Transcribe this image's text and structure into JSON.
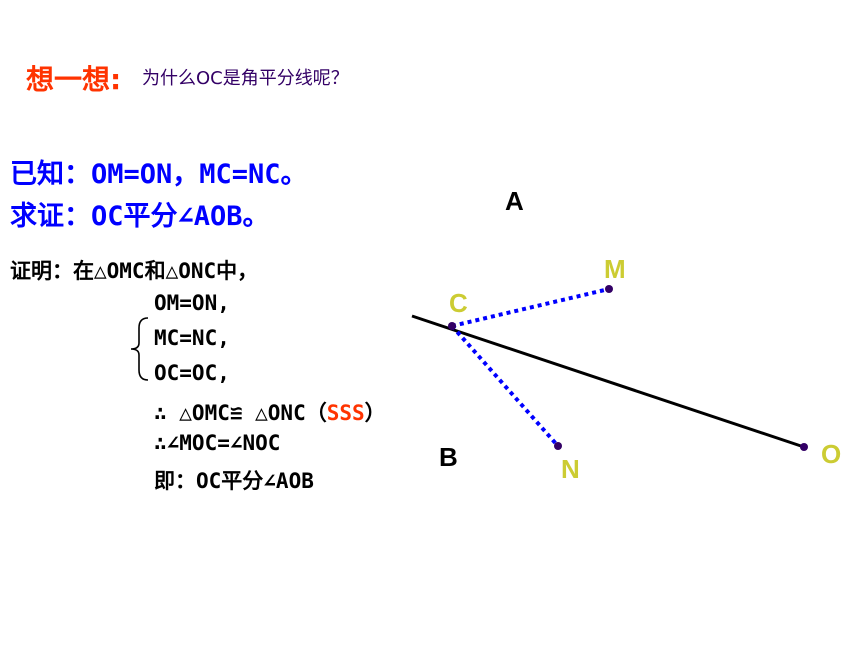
{
  "header": {
    "title": "想一想:",
    "question": "为什么OC是角平分线呢？"
  },
  "given": {
    "text": "已知：OM=ON，MC=NC。"
  },
  "prove": {
    "text": "求证：OC平分∠AOB。"
  },
  "proof": {
    "intro": "证明：在△OMC和△ONC中，",
    "conditions": [
      "OM=ON,",
      "MC=NC,",
      "OC=OC,"
    ],
    "congruent_prefix": "∴ △OMC≌ △ONC（",
    "congruent_reason": "SSS",
    "congruent_suffix": "）",
    "angle_line": "∴∠MOC=∠NOC",
    "conclusion": "即：OC平分∠AOB"
  },
  "figure": {
    "labels": {
      "A": "A",
      "B": "B",
      "C": "C",
      "M": "M",
      "N": "N",
      "O": "O"
    },
    "colors": {
      "black_labels": "#000000",
      "point_labels": "#cccc33",
      "dotted_segments": "#0000ff",
      "ray": "#000000",
      "points": "#330066"
    }
  }
}
